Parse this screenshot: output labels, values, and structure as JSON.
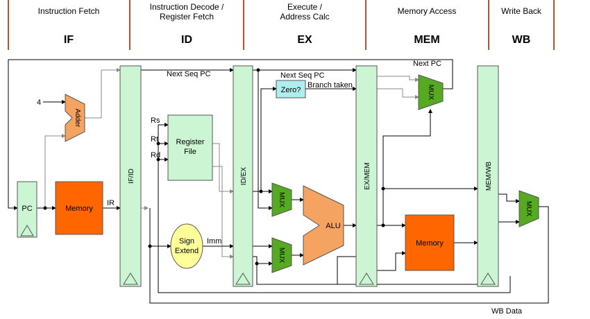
{
  "stages": [
    {
      "name": "Instruction Fetch",
      "abbr": "IF"
    },
    {
      "name": "Instruction Decode / Register Fetch",
      "name_line1": "Instruction Decode /",
      "name_line2": "Register Fetch",
      "abbr": "ID"
    },
    {
      "name": "Execute / Address Calc",
      "name_line1": "Execute /",
      "name_line2": "Address Calc",
      "abbr": "EX"
    },
    {
      "name": "Memory Access",
      "abbr": "MEM"
    },
    {
      "name": "Write Back",
      "abbr": "WB"
    }
  ],
  "components": {
    "pc": "PC",
    "instr_memory": "Memory",
    "adder": "Adder",
    "register_file_line1": "Register",
    "register_file_line2": "File",
    "sign_extend_line1": "Sign",
    "sign_extend_line2": "Extend",
    "zero_test": "Zero?",
    "alu": "ALU",
    "data_memory": "Memory",
    "mux": "MUX"
  },
  "pipeline_registers": [
    "IF/ID",
    "ID/EX",
    "EX/MEM",
    "MEM/WB"
  ],
  "signals": {
    "const_four": "4",
    "ir": "IR",
    "next_seq_pc": "Next Seq PC",
    "next_seq_pc_2": "Next Seq PC",
    "next_pc": "Next PC",
    "branch_taken": "Branch taken",
    "rs": "Rs",
    "rt": "Rt",
    "rd": "Rd",
    "imm": "Imm",
    "wb_data": "WB Data"
  },
  "colors": {
    "pipe_register": "#ccf5d4",
    "memory": "#ff6600",
    "adder_alu": "#f4a460",
    "mux": "#55aa22",
    "register_file": "#ccf5d4",
    "sign_extend": "#ffff99",
    "zero_test": "#aeeeee",
    "stage_divider": "#b5542b"
  }
}
